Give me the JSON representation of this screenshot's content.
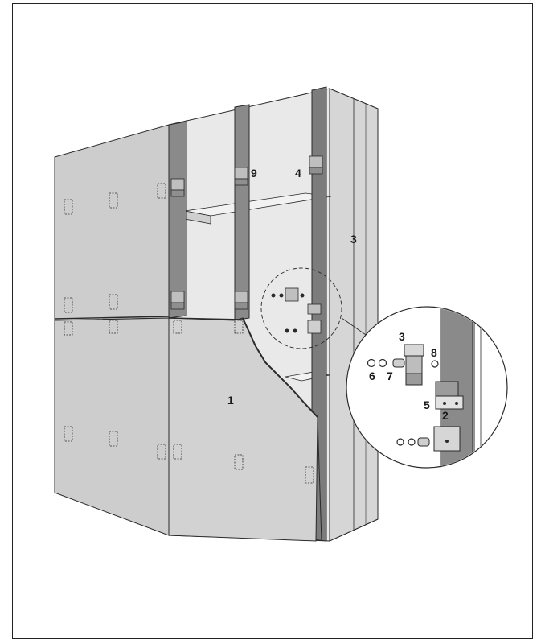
{
  "callouts": {
    "c1": "1",
    "c3": "3",
    "c4": "4",
    "c9": "9",
    "detail_c3": "3",
    "detail_c2": "2",
    "detail_c5": "5",
    "detail_c6": "6",
    "detail_c7": "7",
    "detail_c8": "8"
  },
  "colors": {
    "panel": "#cdcdcd",
    "panel_light": "#dcdcdc",
    "panel_face": "#e4e4e4",
    "rail": "#8a8a8a",
    "rail_dark": "#6d6d6d",
    "line": "#2a2a2a",
    "bracket": "#bfbfbf"
  }
}
